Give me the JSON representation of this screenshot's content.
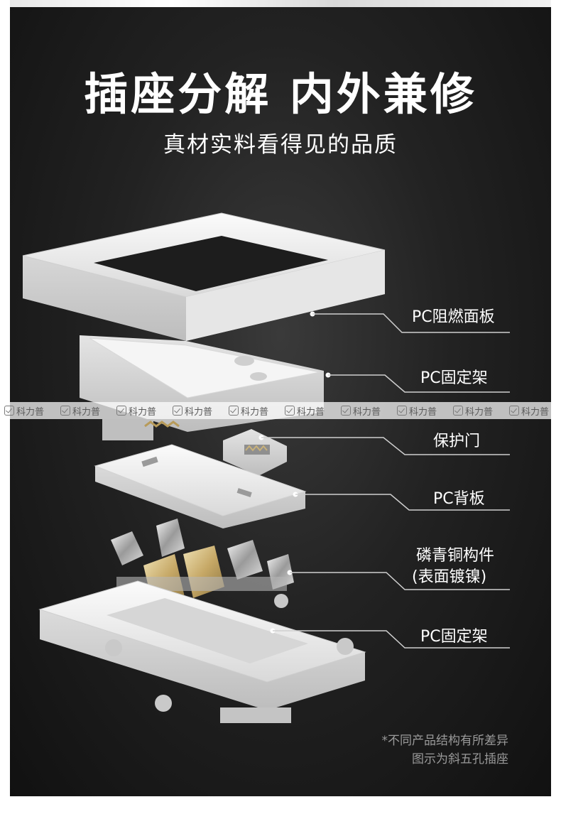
{
  "title": "插座分解 内外兼修",
  "subtitle": "真材实料看得见的品质",
  "labels": {
    "pc_panel": "PC阻燃面板",
    "pc_frame_top": "PC固定架",
    "shutter": "保护门",
    "pc_backplate": "PC背板",
    "copper_line1": "磷青铜构件",
    "copper_line2": "(表面镀镍)",
    "pc_frame_bottom": "PC固定架"
  },
  "notes": {
    "line1": "*不同产品结构有所差异",
    "line2": "图示为斜五孔插座"
  },
  "watermark": {
    "text": "科力普",
    "icon": "checkmark-shield-icon",
    "repeat": [
      "科力普",
      "科力普",
      "科力普",
      "科力普",
      "科力普",
      "科力普",
      "科力普",
      "科力普",
      "科力普",
      "科力普"
    ]
  },
  "colors": {
    "background": "#1c1c1c",
    "text": "#ffffff",
    "note": "#9a9a9a",
    "part_white": "#f2f2f2",
    "copper": "#c9b27a"
  }
}
